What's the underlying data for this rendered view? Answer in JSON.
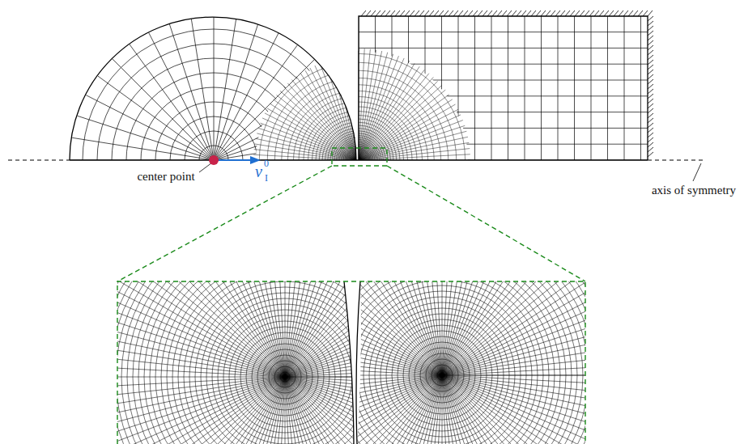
{
  "diagram": {
    "labels": [
      "center point",
      "v",
      "0",
      "I",
      "axis of symmetry"
    ]
  }
}
